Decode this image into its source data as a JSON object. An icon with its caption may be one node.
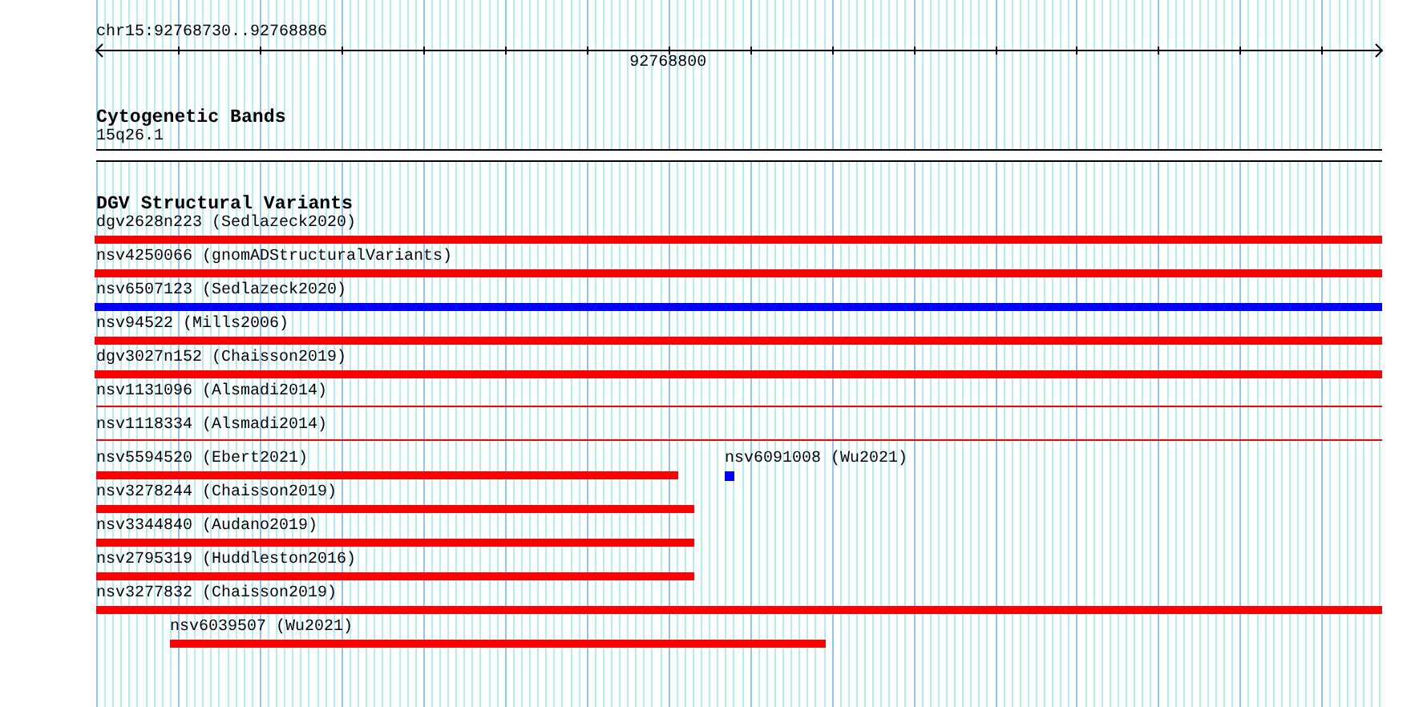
{
  "diagram": {
    "nodes": [
      {
        "text": [
          "15q26.1"
        ]
      },
      {
        "text": [
          "dgv2628n223 (Sedlazeck2020)"
        ]
      },
      {
        "text": [
          "nsv4250066 (gnomADStructuralVariants)"
        ]
      },
      {
        "text": [
          "nsv6507123 (Sedlazeck2020)"
        ]
      },
      {
        "text": [
          "nsv94522 (Mills2006)"
        ]
      },
      {
        "text": [
          "dgv3027n152 (Chaisson2019)"
        ]
      },
      {
        "text": [
          "nsv1131096 (Alsmadi2014)"
        ]
      },
      {
        "text": [
          "nsv1118334 (Alsmadi2014)"
        ]
      },
      {
        "text": [
          "nsv5594520 (Ebert2021)"
        ]
      },
      {
        "text": [
          "nsv6091008 (Wu2021)"
        ]
      },
      {
        "text": [
          "nsv3278244 (Chaisson2019)"
        ]
      },
      {
        "text": [
          "nsv3344840 (Audano2019)"
        ]
      },
      {
        "text": [
          "nsv2795319 (Huddleston2016)"
        ]
      },
      {
        "text": [
          "nsv3277832 (Chaisson2019)"
        ]
      },
      {
        "text": [
          "nsv6039507 (Wu2021)"
        ]
      }
    ],
    "labels": [
      "chr15:92768730..92768886",
      "92768800",
      "Cytogenetic Bands",
      "DGV Structural Variants"
    ]
  }
}
